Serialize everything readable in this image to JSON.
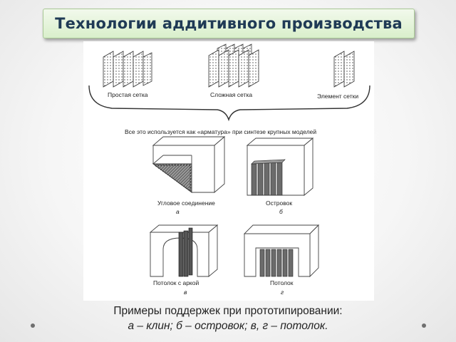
{
  "title": "Технологии аддитивного производства",
  "figure": {
    "labels": {
      "simple_grid": "Простая сетка",
      "complex_grid": "Сложная сетка",
      "grid_element": "Элемент сетки",
      "summary": "Все это используется как «арматура» при синтезе крупных моделей",
      "corner_joint": "Угловое соединение",
      "corner_letter": "а",
      "island": "Островок",
      "island_letter": "б",
      "arch_ceiling": "Потолок с аркой",
      "arch_letter": "в",
      "ceiling": "Потолок",
      "ceiling_letter": "г"
    }
  },
  "caption": {
    "line1": "Примеры поддержек при прототипировании:",
    "line2": "а – клин; б – островок; в, г – потолок."
  }
}
